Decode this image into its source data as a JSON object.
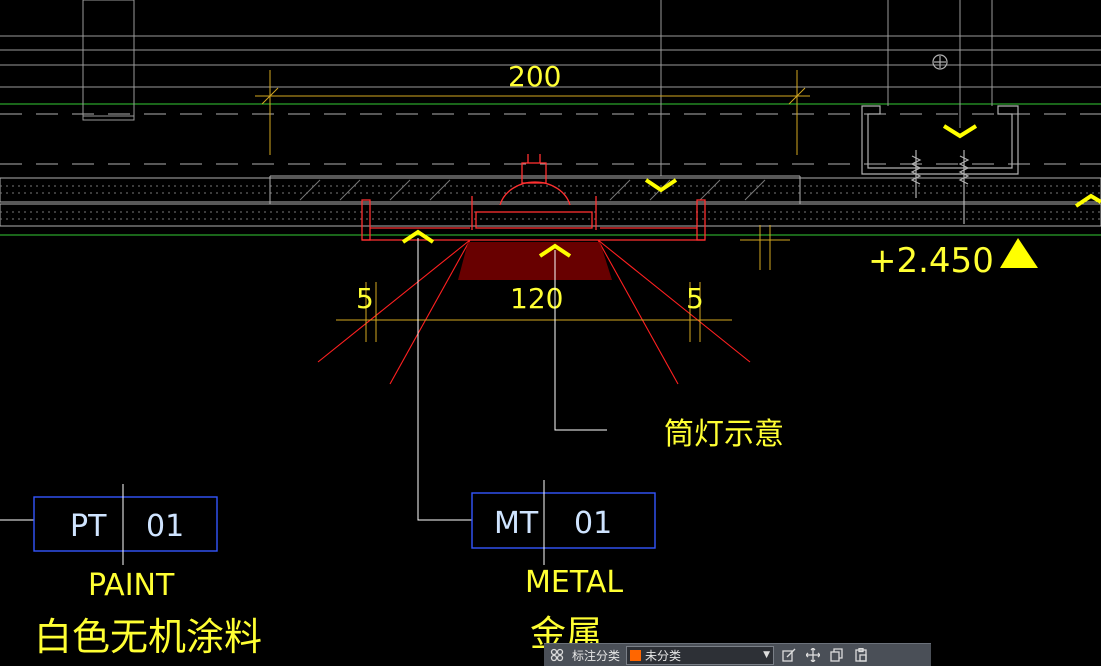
{
  "drawing": {
    "dim_top": "200",
    "dim_center": "120",
    "dim_left": "5",
    "dim_right": "5",
    "level": "+2.450",
    "leader_light": "筒灯示意"
  },
  "tags": {
    "left": {
      "code": "PT",
      "num": "01",
      "en": "PAINT",
      "cn": "白色无机涂料"
    },
    "right": {
      "code": "MT",
      "num": "01",
      "en": "METAL",
      "cn": "金属"
    }
  },
  "toolbar": {
    "category_label": "标注分类",
    "select_value": "未分类",
    "icons": [
      "layout-grid-icon",
      "edit-icon",
      "move-icon",
      "copy-icon",
      "paste-icon"
    ]
  },
  "colors": {
    "background": "#000000",
    "annotation": "#ffff33",
    "light_beam": "#ff2020",
    "green_line": "#33cc33",
    "tag_box": "#3355ff"
  }
}
